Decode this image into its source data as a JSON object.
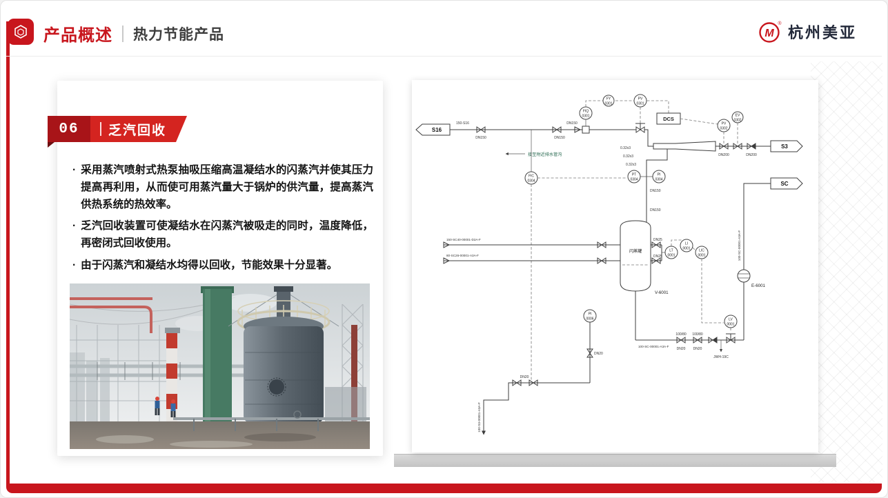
{
  "header": {
    "title": "产品概述",
    "subtitle": "热力节能产品",
    "brand_name": "杭州美亚",
    "brand_mark": "M",
    "brand_reg": "®"
  },
  "card": {
    "badge_number": "06",
    "badge_title": "乏汽回收",
    "bullet_char": "·",
    "bullets": [
      "采用蒸汽喷射式热泵抽吸压缩高温凝结水的闪蒸汽并使其压力提高再利用，从而使可用蒸汽量大于锅炉的供汽量，提高蒸汽供热系统的热效率。",
      "乏汽回收装置可使凝结水在闪蒸汽被吸走的同时，温度降低，再密闭式回收使用。",
      "由于闪蒸汽和凝结水均得以回收，节能效果十分显著。"
    ]
  },
  "diagram": {
    "labels": {
      "flag_s16": "S16",
      "flag_s3": "S3",
      "flag_sc": "SC",
      "dcs": "DCS",
      "line_s16": "150-S16",
      "feed_line_1": "150-SC40-00001-D2A-F",
      "feed_line_2": "80-SC26-00001-A3A-F",
      "riser_sc": "100-SC-00001-A3A-F",
      "bottom_line": "100-SC-00001-A3A-F",
      "left_drop_line": "100-S3-00001-A3A-F",
      "vessel_tag": "V-6001",
      "vessel_name": "闪蒸罐",
      "exchanger_tag": "E-6001",
      "drain_ref": "JWH-19C",
      "drain_note": "接至附近排水管沟"
    },
    "slope_labels": [
      "0.32x3",
      "0.32x3",
      "0.32x3"
    ],
    "size_labels": [
      "100/80",
      "100/80"
    ],
    "dn_labels": [
      "DN150",
      "DN150",
      "DN150",
      "DN200",
      "DN200",
      "DN150",
      "DN150",
      "DN25",
      "DN25",
      "DN20",
      "DN20",
      "DN20",
      "DN20"
    ],
    "instruments": [
      {
        "tag": "FIQ",
        "num": "0301"
      },
      {
        "tag": "FY",
        "num": "0301"
      },
      {
        "tag": "PV",
        "num": "0301"
      },
      {
        "tag": "PV",
        "num": "0302"
      },
      {
        "tag": "EV",
        "num": "0302"
      },
      {
        "tag": "FIC",
        "num": "0304"
      },
      {
        "tag": "PT",
        "num": "0304"
      },
      {
        "tag": "PI",
        "num": "0304"
      },
      {
        "tag": "LT",
        "num": "0001"
      },
      {
        "tag": "LI",
        "num": "0001"
      },
      {
        "tag": "LIC",
        "num": "0001"
      },
      {
        "tag": "LV",
        "num": "0001"
      },
      {
        "tag": "PI",
        "num": "0006"
      }
    ]
  },
  "colors": {
    "accent_red": "#c8161d",
    "badge_dark_red": "#a81418",
    "badge_red": "#d42420"
  }
}
